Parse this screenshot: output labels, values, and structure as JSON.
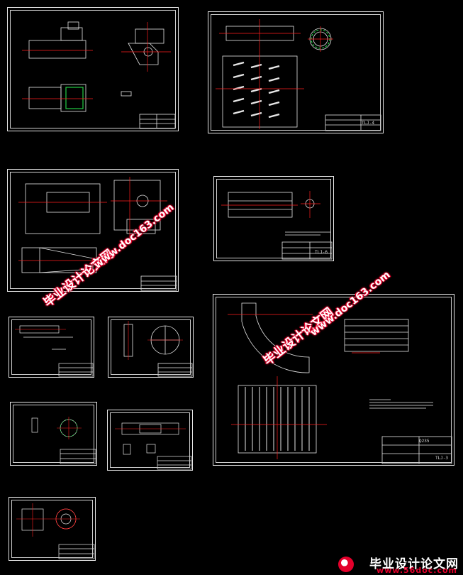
{
  "sheets": [
    {
      "id": "sheet-1",
      "title_block": ""
    },
    {
      "id": "sheet-2",
      "title_block": "TLJ-4"
    },
    {
      "id": "sheet-3",
      "title_block": ""
    },
    {
      "id": "sheet-4",
      "title_block": "TLJ-6"
    },
    {
      "id": "sheet-5",
      "title_block": "Q235",
      "drawing_no": "TLJ-3"
    }
  ],
  "watermarks": {
    "cn_text": "毕业设计论文网",
    "url_text": "www.doc163.com"
  },
  "corner_logo": {
    "cn_text": "毕业设计论文网",
    "url_text": "www.56doc.com"
  },
  "colors": {
    "background": "#000000",
    "frame": "#e6e6e6",
    "geometry": "#e6e6e6",
    "centerline": "#ff1e1e",
    "accent_green": "#22cc44",
    "watermark_red": "#e4002b"
  }
}
